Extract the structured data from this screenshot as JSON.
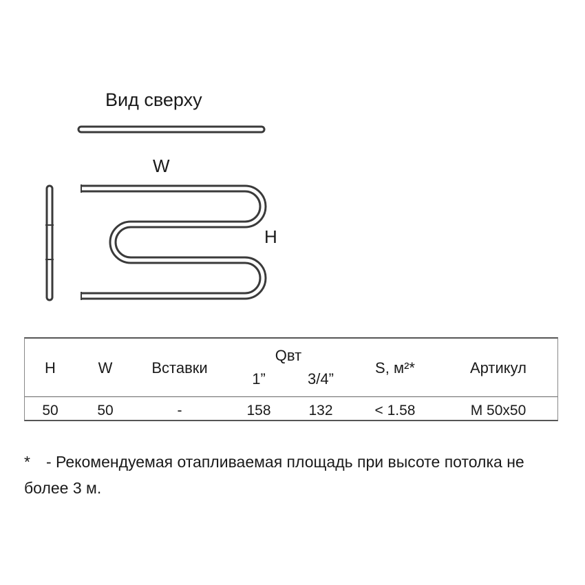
{
  "diagram": {
    "top_view_label": "Вид сверху",
    "width_label": "W",
    "height_label": "H"
  },
  "table": {
    "headers": {
      "h": "H",
      "w": "W",
      "inserts": "Вставки",
      "q": "Qвт",
      "q_1": "1”",
      "q_34": "3/4”",
      "area": "S, м²*",
      "article": "Артикул"
    },
    "rows": [
      {
        "h": "50",
        "w": "50",
        "inserts": "-",
        "q_1": "158",
        "q_34": "132",
        "area": "<  1.58",
        "article": "М 50х50"
      }
    ]
  },
  "footnote": {
    "mark": "*",
    "text": "- Рекомендуемая отапливаемая площадь при высоте потолка не более 3 м."
  },
  "colors": {
    "line": "#3a3a3a",
    "text": "#1a1a1a"
  }
}
